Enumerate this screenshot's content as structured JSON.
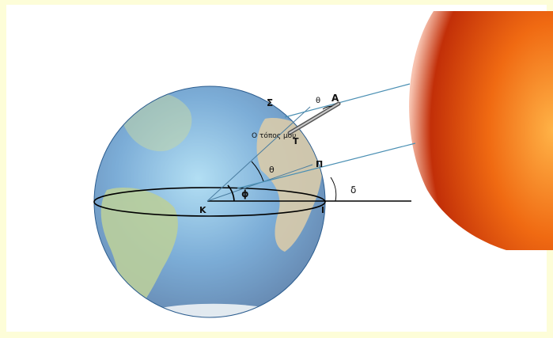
{
  "colors": {
    "page_background": "#fdfdd8",
    "panel_background": "#ffffff",
    "ocean": "#3e86c4",
    "land": "#8fb56a",
    "sun_core": "#f06a12",
    "sun_edge": "#c22f08",
    "sun_ray": "#4a8fb3",
    "line": "#000000"
  },
  "labels": {
    "sigma": "Σ",
    "alpha": "A",
    "tau": "T",
    "pi": "Π",
    "kappa": "K",
    "iota": "I",
    "theta_top": "θ",
    "theta_center": "θ",
    "phi": "ϕ",
    "delta": "δ",
    "my_place": "Ο τόπος μου"
  },
  "icons": [
    "earth-globe",
    "sun",
    "gnomon-rod"
  ]
}
